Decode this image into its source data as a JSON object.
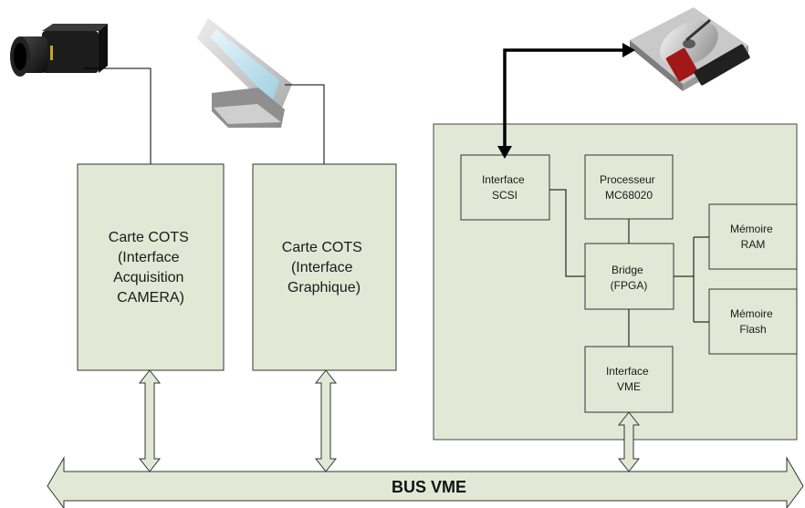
{
  "colors": {
    "box_fill": "#e3e8d6",
    "box_stroke": "#333333",
    "line": "#000000"
  },
  "bus": {
    "label": "BUS VME"
  },
  "cards": {
    "camera_card": [
      "Carte COTS",
      "(Interface",
      "Acquisition",
      "CAMERA)"
    ],
    "graphics_card": [
      "Carte COTS",
      "(Interface",
      "Graphique)"
    ]
  },
  "board": {
    "scsi": [
      "Interface",
      "SCSI"
    ],
    "processor": [
      "Processeur",
      "MC68020"
    ],
    "bridge": [
      "Bridge",
      "(FPGA)"
    ],
    "ram": [
      "Mémoire",
      "RAM"
    ],
    "flash": [
      "Mémoire",
      "Flash"
    ],
    "vme": [
      "Interface",
      "VME"
    ]
  },
  "icons": {
    "camera": "camera-icon",
    "monitor": "monitor-icon",
    "hard_drive": "hard-drive-icon"
  }
}
